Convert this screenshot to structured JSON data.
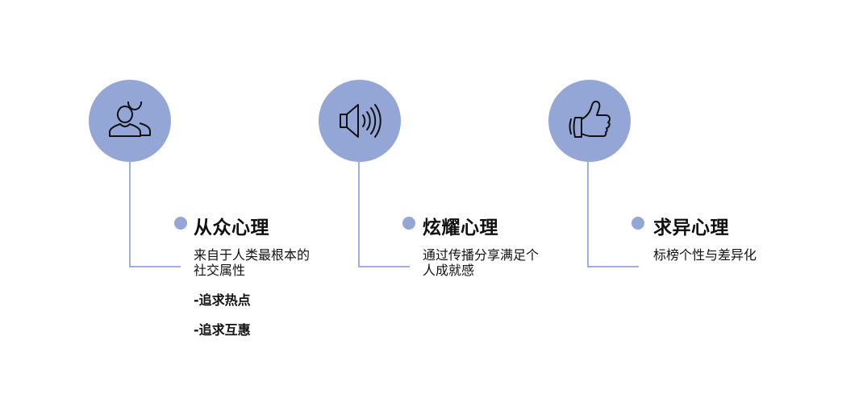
{
  "items": [
    {
      "icon": "users-icon",
      "title": "从众心理",
      "desc_lines": [
        "来自于人类最根本的",
        "社交属性"
      ],
      "subs": [
        "-追求热点",
        "-追求互惠"
      ]
    },
    {
      "icon": "speaker-icon",
      "title": "炫耀心理",
      "desc_lines": [
        "通过传播分享满足个",
        "人成就感"
      ]
    },
    {
      "icon": "thumbs-up-icon",
      "title": "求异心理",
      "desc_lines": [
        "标榜个性与差异化"
      ]
    }
  ],
  "colors": {
    "accent": "#93a6d6",
    "line": "#9fb0da",
    "text": "#111111"
  }
}
